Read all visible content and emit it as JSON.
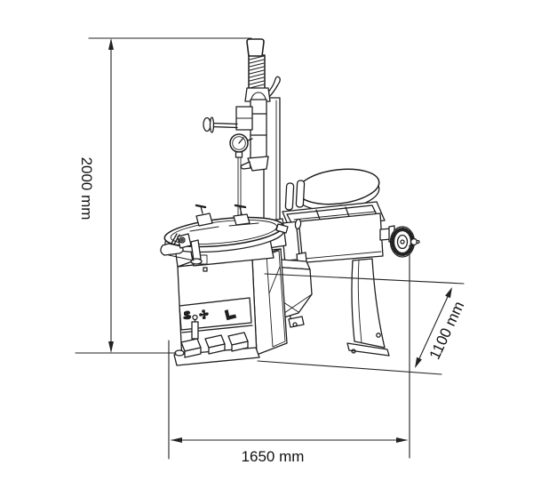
{
  "page": {
    "background": "#ffffff"
  },
  "drawing": {
    "type": "technical-dimension-diagram",
    "subject": "Tire changer machine with wheel balancer - outline dimension drawing",
    "line_color": "#1f1f1f",
    "text_color": "#111111",
    "dimensions": {
      "height": {
        "label": "2000 mm",
        "orientation": "vertical-left"
      },
      "width": {
        "label": "1650 mm",
        "orientation": "horizontal-bottom"
      },
      "depth": {
        "label": "1100 mm",
        "orientation": "diagonal-right"
      }
    },
    "machine": {
      "parts": [
        "vertical-mast",
        "spring-rod",
        "mount-demount-head",
        "swing-arm",
        "pressure-gauge",
        "turntable",
        "rim-clamps",
        "bead-breaker-arm",
        "cabinet",
        "control-panel",
        "foot-pedals",
        "wheel-balancer",
        "wheel-guard-drum",
        "weight-tray",
        "balancer-handwheel",
        "pedestal-leg"
      ],
      "control_panel_icons": [
        "bead-breaker-icon",
        "clamp-jaws-icon",
        "pedal-icon"
      ]
    }
  }
}
